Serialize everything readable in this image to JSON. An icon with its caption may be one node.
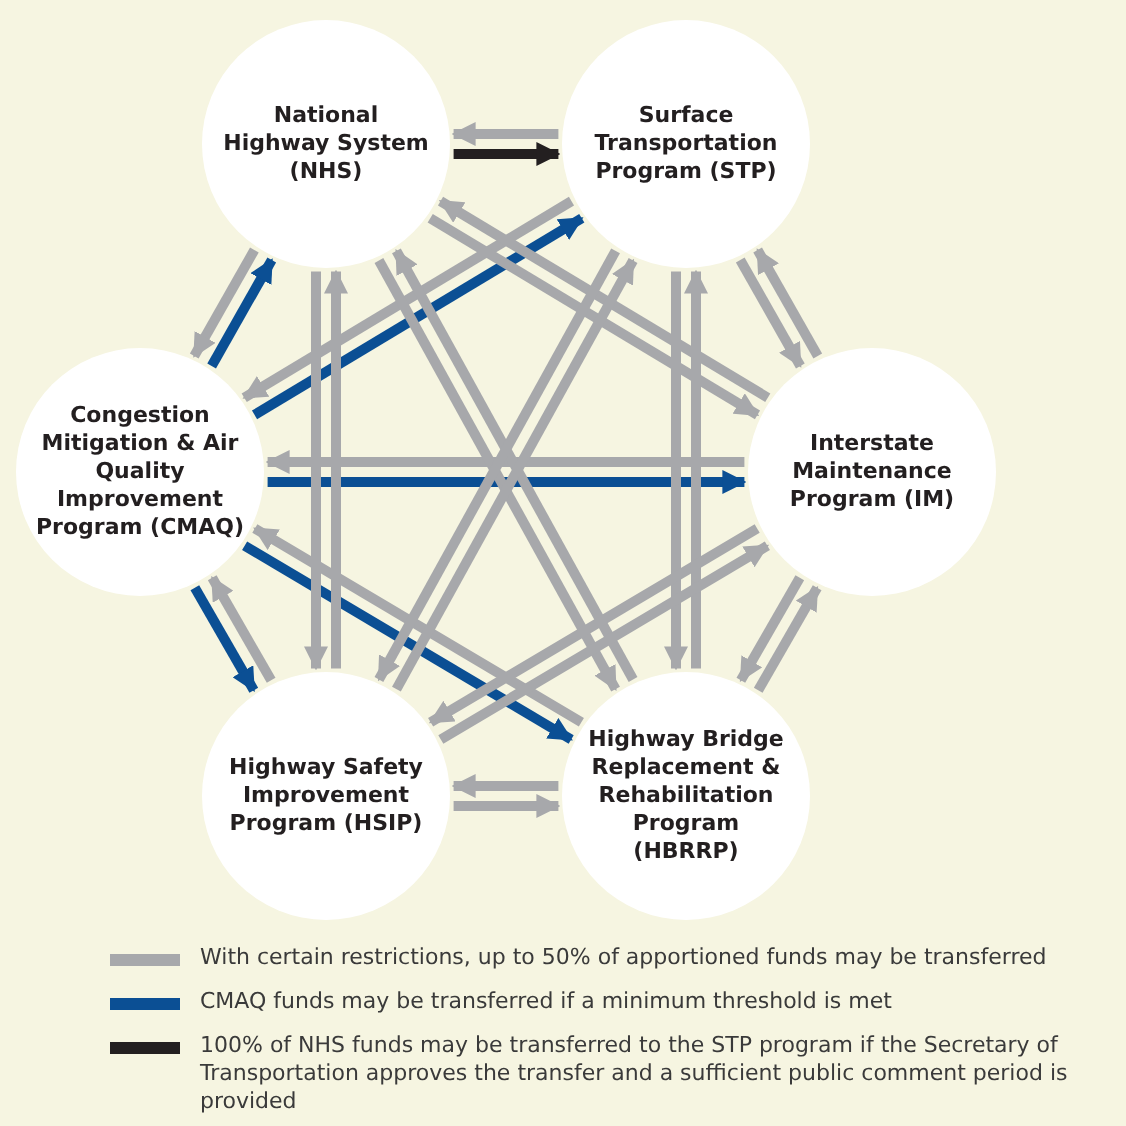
{
  "diagram": {
    "nodes": [
      {
        "text": [
          "National Highway System (NHS)"
        ]
      },
      {
        "text": [
          "Surface Transportation Program (STP)"
        ]
      },
      {
        "text": [
          "Congestion Mitigation & Air Quality Improvement Program (CMAQ)"
        ]
      },
      {
        "text": [
          "Interstate Maintenance Program (IM)"
        ]
      },
      {
        "text": [
          "Highway Safety Improvement Program (HSIP)"
        ]
      },
      {
        "text": [
          "Highway Bridge Replacement & Rehabilitation Program (HBRRP)"
        ]
      }
    ],
    "edges": [
      {
        "from": 0,
        "to": 1,
        "arrow": "to",
        "color": "#231f20"
      },
      {
        "from": 1,
        "to": 0,
        "arrow": "to"
      },
      {
        "from": 2,
        "to": 0,
        "arrow": "to",
        "color": "#0b4f94"
      },
      {
        "from": 0,
        "to": 2,
        "arrow": "to"
      },
      {
        "from": 2,
        "to": 1,
        "arrow": "to",
        "color": "#0b4f94"
      },
      {
        "from": 1,
        "to": 2,
        "arrow": "to"
      },
      {
        "from": 2,
        "to": 3,
        "arrow": "to",
        "color": "#0b4f94"
      },
      {
        "from": 3,
        "to": 2,
        "arrow": "to"
      },
      {
        "from": 2,
        "to": 4,
        "arrow": "to",
        "color": "#0b4f94"
      },
      {
        "from": 4,
        "to": 2,
        "arrow": "to"
      },
      {
        "from": 2,
        "to": 5,
        "arrow": "to",
        "color": "#0b4f94"
      },
      {
        "from": 5,
        "to": 2,
        "arrow": "to"
      },
      {
        "from": 0,
        "to": 3,
        "arrow": "to"
      },
      {
        "from": 3,
        "to": 0,
        "arrow": "to"
      },
      {
        "from": 0,
        "to": 4,
        "arrow": "to"
      },
      {
        "from": 4,
        "to": 0,
        "arrow": "to"
      },
      {
        "from": 0,
        "to": 5,
        "arrow": "to"
      },
      {
        "from": 5,
        "to": 0,
        "arrow": "to"
      },
      {
        "from": 1,
        "to": 3,
        "arrow": "to"
      },
      {
        "from": 3,
        "to": 1,
        "arrow": "to"
      },
      {
        "from": 1,
        "to": 4,
        "arrow": "to"
      },
      {
        "from": 4,
        "to": 1,
        "arrow": "to"
      },
      {
        "from": 1,
        "to": 5,
        "arrow": "to"
      },
      {
        "from": 5,
        "to": 1,
        "arrow": "to"
      },
      {
        "from": 3,
        "to": 4,
        "arrow": "to"
      },
      {
        "from": 4,
        "to": 3,
        "arrow": "to"
      },
      {
        "from": 3,
        "to": 5,
        "arrow": "to"
      },
      {
        "from": 5,
        "to": 3,
        "arrow": "to"
      },
      {
        "from": 4,
        "to": 5,
        "arrow": "to"
      },
      {
        "from": 5,
        "to": 4,
        "arrow": "to"
      }
    ],
    "legend": [
      {
        "text": "With certain restrictions, up to 50% of apportioned funds may be transferred",
        "color": "#a7a8ab"
      },
      {
        "text": "CMAQ funds may be transferred if a minimum threshold is met",
        "color": "#0b4f94"
      },
      {
        "text": "100% of NHS funds may be transferred to the STP program if the Secretary of Transportation approves the transfer and a sufficient public comment period is provided",
        "color": "#231f20"
      }
    ]
  }
}
